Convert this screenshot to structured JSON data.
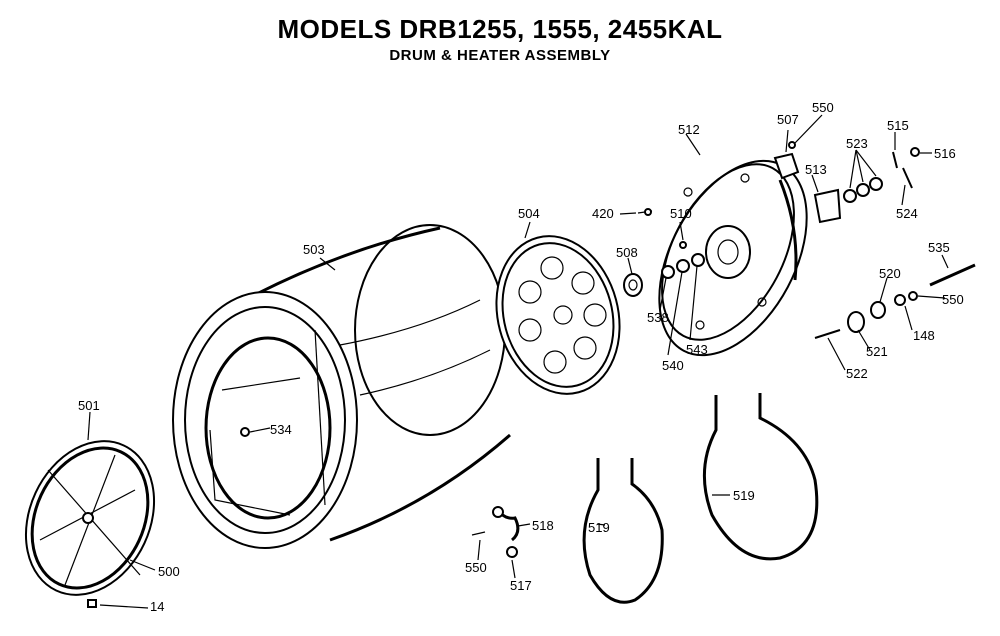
{
  "header": {
    "title": "MODELS DRB1255, 1555, 2455KAL",
    "subtitle": "DRUM & HEATER ASSEMBLY"
  },
  "labels": {
    "p503": "503",
    "p504": "504",
    "p501": "501",
    "p500": "500",
    "p14": "14",
    "p534": "534",
    "p518": "518",
    "p550a": "550",
    "p517": "517",
    "p519a": "519",
    "p519b": "519",
    "p512": "512",
    "p420": "420",
    "p510": "510",
    "p508": "508",
    "p538": "538",
    "p540": "540",
    "p543": "543",
    "p507": "507",
    "p550b": "550",
    "p513": "513",
    "p523": "523",
    "p515": "515",
    "p516": "516",
    "p524": "524",
    "p535": "535",
    "p520": "520",
    "p550c": "550",
    "p148": "148",
    "p521": "521",
    "p522": "522"
  }
}
